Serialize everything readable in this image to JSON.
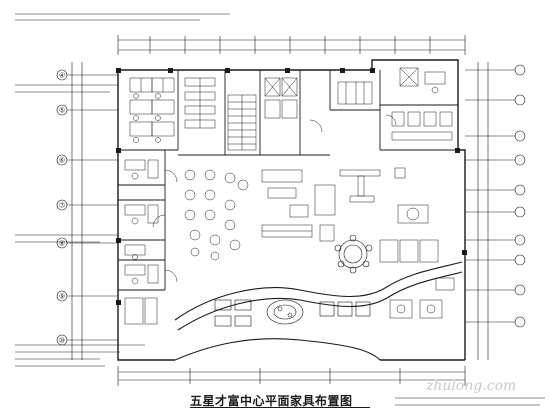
{
  "drawing": {
    "title": "五星才富中心平面家具布置图",
    "scale": "",
    "watermark": "zhulong.com"
  },
  "axis_bubbles": {
    "left": [
      "④",
      "⑤",
      "⑥",
      "⑦",
      "⑧",
      "⑨",
      "⑩"
    ],
    "right": [
      "",
      "",
      "",
      "",
      "",
      "",
      "",
      "",
      "",
      ""
    ]
  },
  "colors": {
    "line": "#1a1a1a",
    "watermark": "#c8c8c8"
  }
}
